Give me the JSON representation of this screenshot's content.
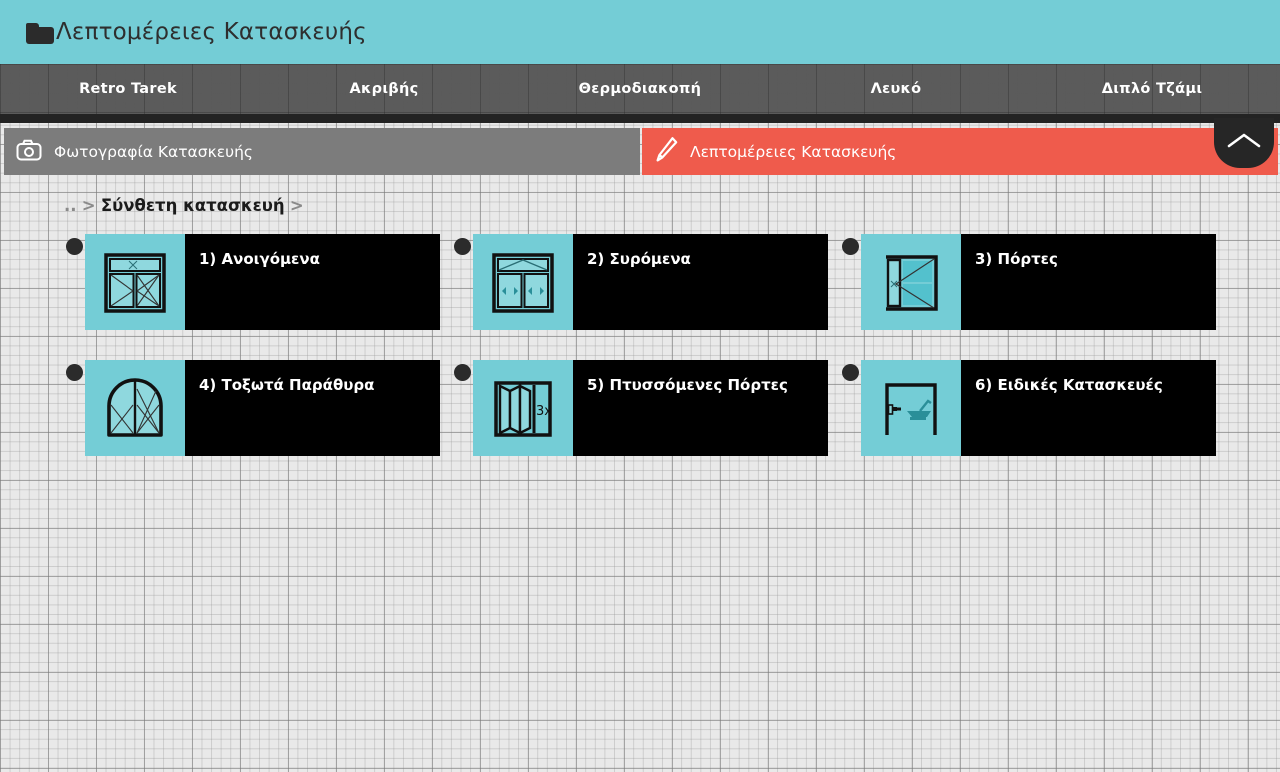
{
  "header": {
    "title": "Λεπτομέρειες Κατασκευής",
    "icon": "folder-icon",
    "background_color": "#74cdd6"
  },
  "top_nav": {
    "items": [
      {
        "label": "Retro Tarek"
      },
      {
        "label": "Ακριβής"
      },
      {
        "label": "Θερμοδιακοπή"
      },
      {
        "label": "Λευκό"
      },
      {
        "label": "Διπλό Τζάμι"
      }
    ]
  },
  "tabs": [
    {
      "label": "Φωτογραφία Κατασκευής",
      "icon": "camera-icon",
      "active": false,
      "color": "#7c7c7c"
    },
    {
      "label": "Λεπτομέρειες Κατασκευής",
      "icon": "pencil-icon",
      "active": true,
      "color": "#ef5b4c"
    }
  ],
  "collapse_button": {
    "icon": "chevron-up-icon"
  },
  "breadcrumb": {
    "up": "..",
    "separator_1": ">",
    "current": "Σύνθετη κατασκευή",
    "separator_2": ">"
  },
  "items": [
    {
      "label": "1) Ανοιγόμενα",
      "icon": "casement-window-icon"
    },
    {
      "label": "2) Συρόμενα",
      "icon": "sliding-window-icon"
    },
    {
      "label": "3) Πόρτες",
      "icon": "door-icon"
    },
    {
      "label": "4) Τοξωτά Παράθυρα",
      "icon": "arched-window-icon"
    },
    {
      "label": "5) Πτυσσόμενες Πόρτες",
      "icon": "bifold-door-icon",
      "badge": "3x"
    },
    {
      "label": "6) Ειδικές Κατασκευές",
      "icon": "custom-build-anvil-icon"
    }
  ],
  "colors": {
    "accent_teal": "#74cdd6",
    "accent_red": "#ef5b4c",
    "tab_gray": "#7c7c7c",
    "card_black": "#000000",
    "nav_gray": "#5b5b5b"
  }
}
